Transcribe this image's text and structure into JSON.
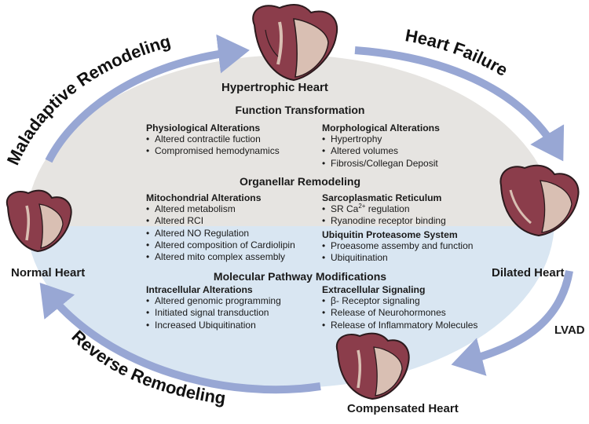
{
  "hearts": {
    "top": "Hypertrophic Heart",
    "left": "Normal Heart",
    "right": "Dilated Heart",
    "bottom": "Compensated Heart"
  },
  "arcs": {
    "top_left": "Maladaptive Remodeling",
    "top_right": "Heart Failure",
    "bottom_left": "Reverse Remodeling",
    "lvad": "LVAD"
  },
  "sections": {
    "function": {
      "title": "Function Transformation",
      "left": {
        "title": "Physiological Alterations",
        "items": [
          "Altered contractile fuction",
          "Compromised hemodynamics"
        ]
      },
      "right": {
        "title": "Morphological Alterations",
        "items": [
          "Hypertrophy",
          "Altered volumes",
          "Fibrosis/Collegan Deposit"
        ]
      }
    },
    "organellar": {
      "title": "Organellar Remodeling",
      "left": {
        "title": "Mitochondrial Alterations",
        "items": [
          "Altered metabolism",
          "Altered RCI",
          "Altered NO Regulation",
          "Altered composition of Cardiolipin",
          "Altered mito complex assembly"
        ]
      },
      "right_top": {
        "title": "Sarcoplasmatic Reticulum",
        "item1_pre": "SR Ca",
        "item1_sup": "2+",
        "item1_post": " regulation",
        "item2": "Ryanodine receptor binding"
      },
      "right_bottom": {
        "title": "Ubiquitin Proteasome System",
        "items": [
          "Proeasome assemby and function",
          "Ubiquitination"
        ]
      }
    },
    "molecular": {
      "title": "Molecular Pathway Modifications",
      "left": {
        "title": "Intracellular Alterations",
        "items": [
          "Altered genomic programming",
          "Initiated signal transduction",
          "Increased Ubiquitination"
        ]
      },
      "right": {
        "title": "Extracellular Signaling",
        "items": [
          "β- Receptor signaling",
          "Release of Neurohormones",
          "Release of Inflammatory Molecules"
        ]
      }
    }
  },
  "colors": {
    "ellipse_top": "#e6e4e1",
    "ellipse_bottom": "#d9e6f2",
    "arrow": "#98a7d4",
    "heart_muscle": "#8b3d4b",
    "heart_outline": "#2b1a1d",
    "heart_wall": "#d9bfb3"
  }
}
